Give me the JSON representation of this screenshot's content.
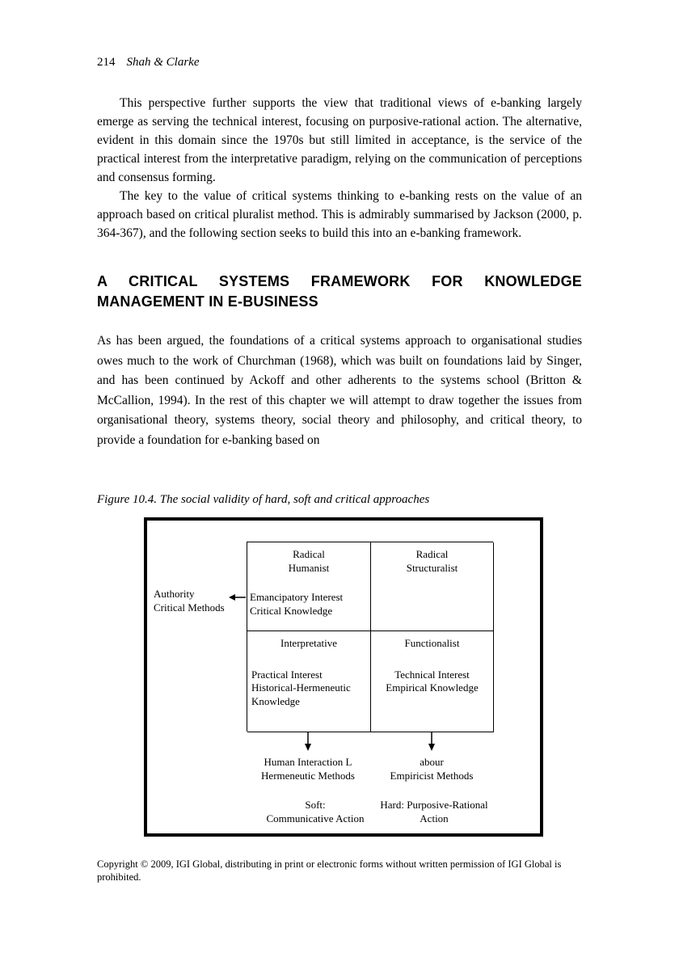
{
  "colors": {
    "ink": "#000000",
    "paper": "#ffffff"
  },
  "header": {
    "page_number": "214",
    "running_title": "Shah & Clarke"
  },
  "body": {
    "para1": "This perspective further supports the view that traditional views of e-banking largely emerge as serving the technical interest, focusing on purposive-rational action. The alternative, evident in this domain since the 1970s but still limited in acceptance, is the service of the practical interest from the interpretative paradigm, relying on the communication of perceptions and consensus forming.",
    "para2": "The key to the value of critical systems thinking to e-banking rests on the value of an approach based on critical pluralist method. This is admirably summarised by Jackson (2000, p. 364-367), and the following section seeks to build this into an e-banking framework.",
    "heading": "A CRITICAL SYSTEMS FRAMEWORK FOR KNOWLEDGE MANAGEMENT IN E-BUSINESS",
    "para3": "As has been argued, the foundations of a critical systems approach to organisational studies owes much to the work of Churchman (1968), which was built on foundations laid by Singer, and has been continued by Ackoff and other adherents to the systems school (Britton & McCallion, 1994). In the rest of this chapter we will attempt to draw together the issues from organisational theory, systems theory, social theory and philosophy, and critical theory, to provide a foundation for e-banking based on"
  },
  "figure": {
    "caption": "Figure 10.4. The social validity of hard, soft and critical approaches",
    "side_label": "Authority\nCritical Methods",
    "quadrants": {
      "top_left": {
        "title": "Radical\nHumanist",
        "body": "Emancipatory Interest\nCritical Knowledge"
      },
      "top_right": {
        "title": "Radical\nStructuralist"
      },
      "bottom_left": {
        "title": "Interpretative",
        "body": "Practical Interest\nHistorical-Hermeneutic\nKnowledge"
      },
      "bottom_right": {
        "title": "Functionalist",
        "body": "Technical Interest\nEmpirical Knowledge"
      }
    },
    "below_left": "Human Interaction L\nHermeneutic Methods",
    "below_right": "abour\nEmpiricist Methods",
    "bottom_left_label": "Soft:\nCommunicative Action",
    "bottom_right_label": "Hard: Purposive-Rational\nAction",
    "icons": {
      "left_arrow": "←",
      "down_arrow": "↓"
    }
  },
  "footer": "Copyright © 2009, IGI Global, distributing in print or electronic forms without written permission of IGI Global is prohibited."
}
